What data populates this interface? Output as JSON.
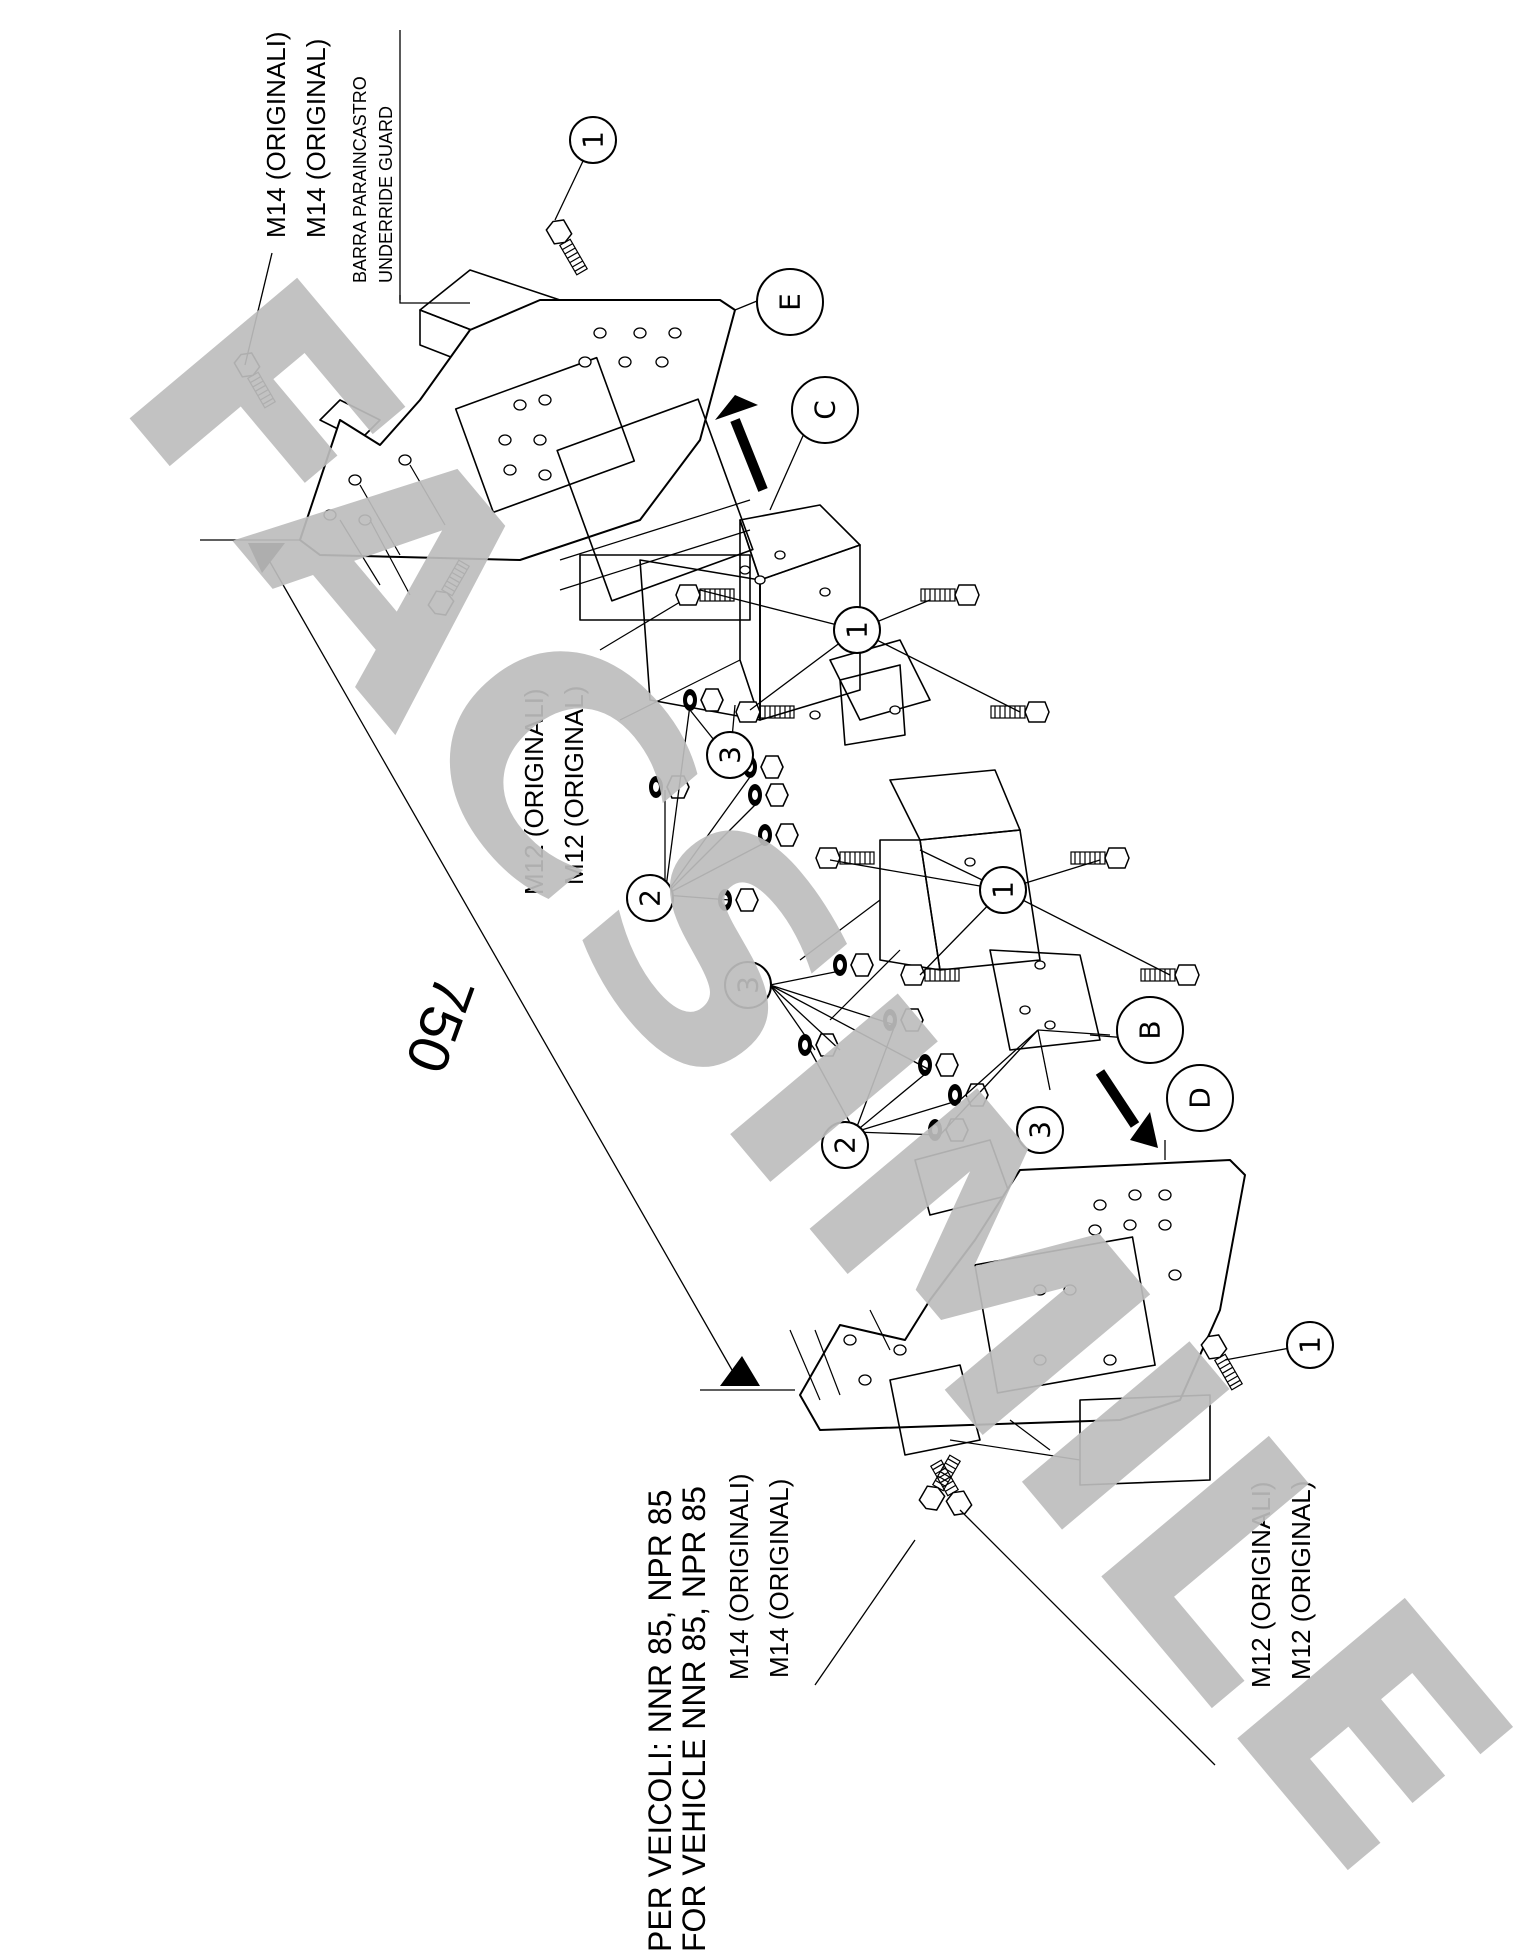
{
  "watermark": "FACSIMILE",
  "dimension": {
    "value": "750"
  },
  "vehicle_note": {
    "it": "PER VEICOLI: NNR 85, NPR 85",
    "en": "FOR VEHICLE NNR 85, NPR 85"
  },
  "labels": {
    "top_m14_it": "M14 (ORIGINALI)",
    "top_m14_en": "M14 (ORIGINAL)",
    "guard_it": "BARRA PARAINCASTRO",
    "guard_en": "UNDERRIDE GUARD",
    "mid_m12_it": "M12 (ORIGINALI)",
    "mid_m12_en": "M12 (ORIGINAL)",
    "bottom_m14_it": "M14 (ORIGINALI)",
    "bottom_m14_en": "M14 (ORIGINAL)",
    "bottom_m12_it": "M12 (ORIGINALI)",
    "bottom_m12_en": "M12 (ORIGINAL)"
  },
  "balloons": {
    "one": "1",
    "two": "2",
    "three": "3",
    "B": "B",
    "C": "C",
    "D": "D",
    "E": "E"
  }
}
